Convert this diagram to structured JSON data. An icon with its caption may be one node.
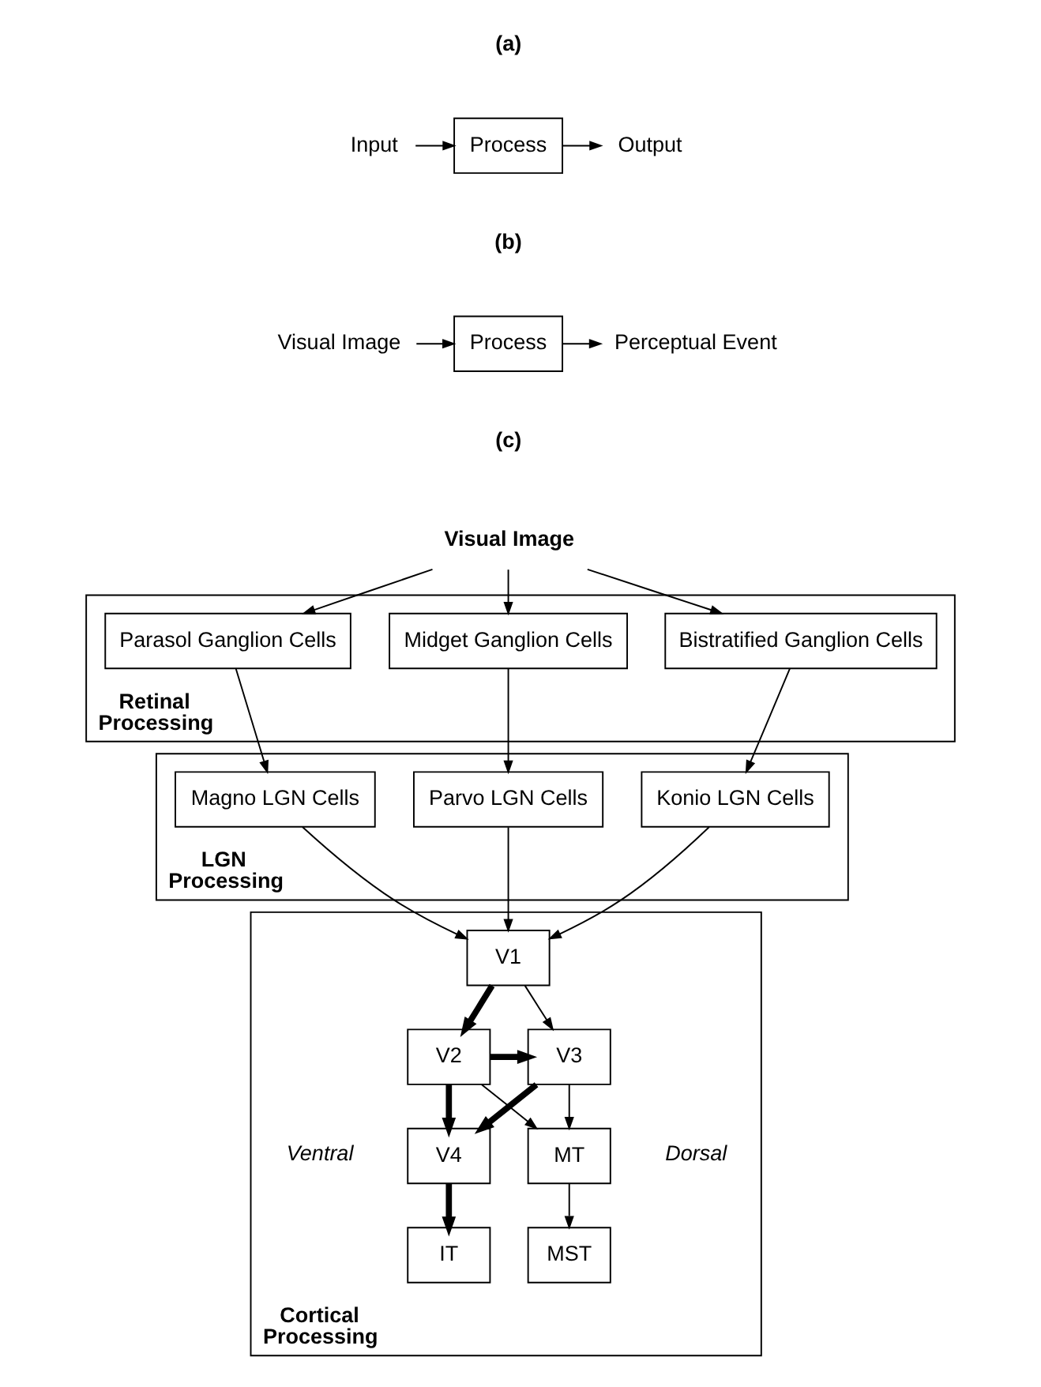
{
  "diagram": {
    "nodes": [
      {
        "text": [
          "Input"
        ]
      },
      {
        "text": [
          "Process"
        ]
      },
      {
        "text": [
          "Output"
        ]
      },
      {
        "text": [
          "Visual Image"
        ]
      },
      {
        "text": [
          "Process"
        ]
      },
      {
        "text": [
          "Perceptual Event"
        ]
      },
      {
        "text": [
          "Visual Image"
        ]
      },
      {
        "text": [
          "Retinal Processing"
        ]
      },
      {
        "text": [
          "Parasol Ganglion Cells"
        ],
        "in": 7
      },
      {
        "text": [
          "Midget Ganglion Cells"
        ],
        "in": 7
      },
      {
        "text": [
          "Bistratified Ganglion Cells"
        ],
        "in": 7
      },
      {
        "text": [
          "LGN Processing"
        ]
      },
      {
        "text": [
          "Magno LGN Cells"
        ],
        "in": 11
      },
      {
        "text": [
          "Parvo LGN Cells"
        ],
        "in": 11
      },
      {
        "text": [
          "Konio LGN Cells"
        ],
        "in": 11
      },
      {
        "text": [
          "Cortical Processing"
        ]
      },
      {
        "text": [
          "V1"
        ],
        "in": 15
      },
      {
        "text": [
          "V2"
        ],
        "in": 15
      },
      {
        "text": [
          "V3"
        ],
        "in": 15
      },
      {
        "text": [
          "V4"
        ],
        "in": 15
      },
      {
        "text": [
          "MT"
        ],
        "in": 15
      },
      {
        "text": [
          "IT"
        ],
        "in": 15
      },
      {
        "text": [
          "MST"
        ],
        "in": 15
      }
    ],
    "edges": [
      {
        "from": 0,
        "to": 1,
        "arrow": "to"
      },
      {
        "from": 1,
        "to": 2,
        "arrow": "to"
      },
      {
        "from": 3,
        "to": 4,
        "arrow": "to"
      },
      {
        "from": 4,
        "to": 5,
        "arrow": "to"
      },
      {
        "from": 6,
        "to": 8,
        "arrow": "to"
      },
      {
        "from": 6,
        "to": 9,
        "arrow": "to"
      },
      {
        "from": 6,
        "to": 10,
        "arrow": "to"
      },
      {
        "from": 8,
        "to": 12,
        "arrow": "to"
      },
      {
        "from": 9,
        "to": 13,
        "arrow": "to"
      },
      {
        "from": 10,
        "to": 14,
        "arrow": "to"
      },
      {
        "from": 12,
        "to": 16,
        "arrow": "to"
      },
      {
        "from": 13,
        "to": 16,
        "arrow": "to"
      },
      {
        "from": 14,
        "to": 16,
        "arrow": "to"
      },
      {
        "from": 16,
        "to": 17,
        "arrow": "to",
        "style": "thick"
      },
      {
        "from": 16,
        "to": 18,
        "arrow": "to"
      },
      {
        "from": 17,
        "to": 18,
        "arrow": "to",
        "style": "thick"
      },
      {
        "from": 17,
        "to": 19,
        "arrow": "to",
        "style": "thick"
      },
      {
        "from": 17,
        "to": 20,
        "arrow": "to"
      },
      {
        "from": 18,
        "to": 19,
        "arrow": "to",
        "style": "thick"
      },
      {
        "from": 18,
        "to": 20,
        "arrow": "to"
      },
      {
        "from": 19,
        "to": 21,
        "arrow": "to",
        "style": "thick"
      },
      {
        "from": 20,
        "to": 22,
        "arrow": "to"
      }
    ],
    "labels": [
      "(a)",
      "(b)",
      "(c)",
      "Ventral",
      "Dorsal"
    ]
  }
}
